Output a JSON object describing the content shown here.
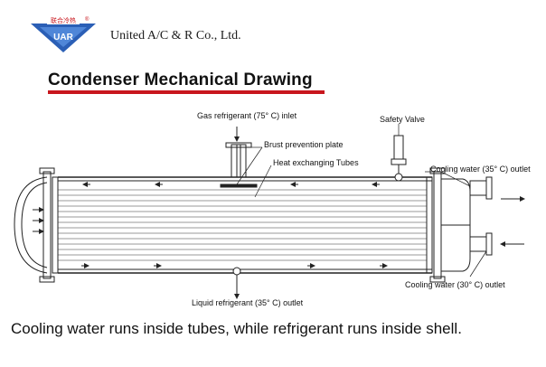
{
  "header": {
    "logo_cn": "联合冷热",
    "logo_text": "UAR",
    "logo_reg": "®",
    "company": "United A/C & R Co., Ltd.",
    "title": "Condenser Mechanical Drawing",
    "brand_colors": {
      "title_bar": "#c8161d",
      "logo_blue": "#2b5fb6"
    }
  },
  "labels": {
    "gas_inlet": "Gas refrigerant (75° C) inlet",
    "brust_plate": "Brust prevention plate",
    "heat_tubes": "Heat exchanging Tubes",
    "safety_valve": "Safety Valve",
    "cw_outlet": "Cooling water (35° C) outlet",
    "liquid_outlet": "Liquid refrigerant (35° C) outlet",
    "cw_inlet_outlet": "Cooling water (30° C) outlet"
  },
  "caption": "Cooling water runs inside tubes, while refrigerant runs inside shell."
}
